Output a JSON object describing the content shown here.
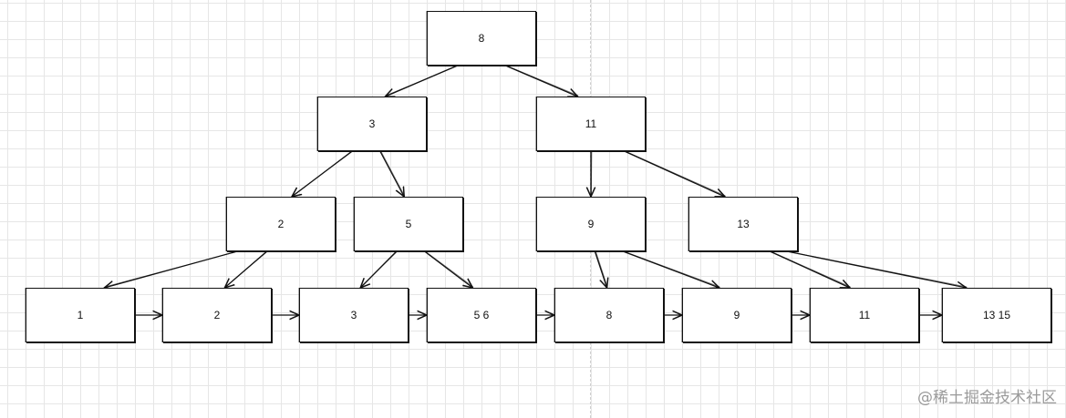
{
  "diagram": {
    "nodes": [
      {
        "id": "root",
        "label": "8"
      },
      {
        "id": "n3",
        "label": "3"
      },
      {
        "id": "n11",
        "label": "11"
      },
      {
        "id": "n2",
        "label": "2"
      },
      {
        "id": "n5",
        "label": "5"
      },
      {
        "id": "n9",
        "label": "9"
      },
      {
        "id": "n13",
        "label": "13"
      },
      {
        "id": "leaf1",
        "label": "1"
      },
      {
        "id": "leaf2",
        "label": "2"
      },
      {
        "id": "leaf3",
        "label": "3"
      },
      {
        "id": "leaf56",
        "label": "5 6"
      },
      {
        "id": "leaf8",
        "label": "8"
      },
      {
        "id": "leaf9",
        "label": "9"
      },
      {
        "id": "leaf11",
        "label": "11"
      },
      {
        "id": "leaf1315",
        "label": "13 15"
      }
    ],
    "edges": [
      {
        "from": "root",
        "to": "n3"
      },
      {
        "from": "root",
        "to": "n11"
      },
      {
        "from": "n3",
        "to": "n2"
      },
      {
        "from": "n3",
        "to": "n5"
      },
      {
        "from": "n11",
        "to": "n9"
      },
      {
        "from": "n11",
        "to": "n13"
      },
      {
        "from": "n2",
        "to": "leaf1"
      },
      {
        "from": "n2",
        "to": "leaf2"
      },
      {
        "from": "n5",
        "to": "leaf3"
      },
      {
        "from": "n5",
        "to": "leaf56"
      },
      {
        "from": "n9",
        "to": "leaf8"
      },
      {
        "from": "n9",
        "to": "leaf9"
      },
      {
        "from": "n13",
        "to": "leaf11"
      },
      {
        "from": "n13",
        "to": "leaf1315"
      },
      {
        "from": "leaf1",
        "to": "leaf2"
      },
      {
        "from": "leaf2",
        "to": "leaf3"
      },
      {
        "from": "leaf3",
        "to": "leaf56"
      },
      {
        "from": "leaf56",
        "to": "leaf8"
      },
      {
        "from": "leaf8",
        "to": "leaf9"
      },
      {
        "from": "leaf9",
        "to": "leaf11"
      },
      {
        "from": "leaf11",
        "to": "leaf1315"
      }
    ]
  },
  "watermark": "@稀土掘金技术社区",
  "colors": {
    "stroke": "#111111",
    "grid": "#e6e6e6",
    "background": "#ffffff",
    "watermark": "#9a9a9a"
  }
}
